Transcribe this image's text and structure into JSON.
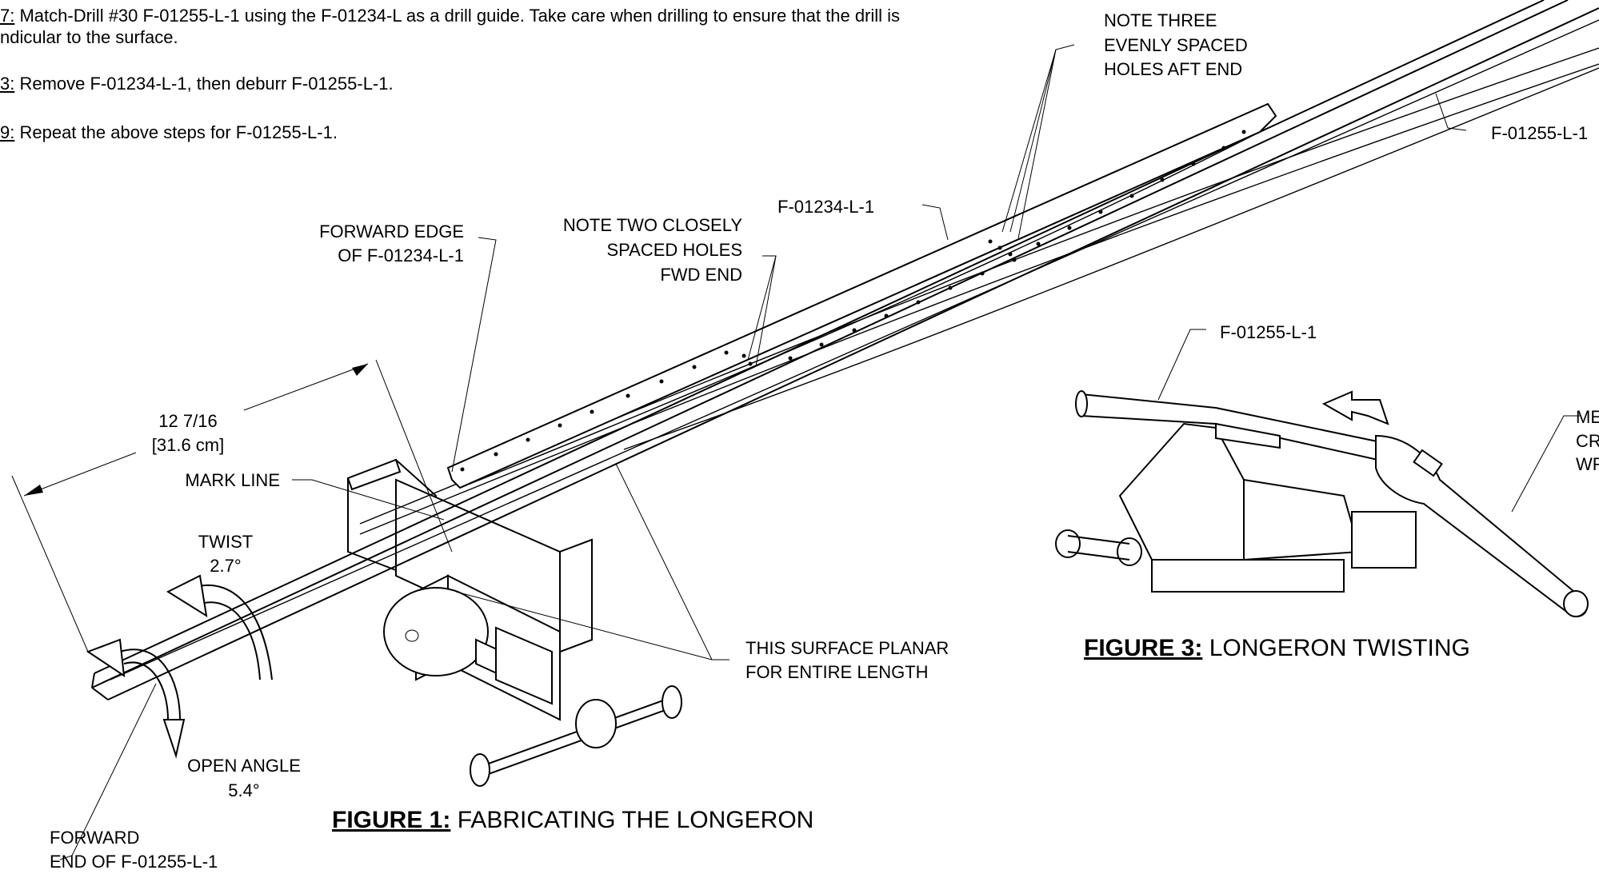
{
  "instructions": [
    {
      "step_marker": "7:",
      "text": " Match-Drill #30 F-01255-L-1 using the F-01234-L as a drill guide. Take care when drilling to ensure that the drill is",
      "continuation": "ndicular to the surface."
    },
    {
      "step_marker": "3:",
      "text": " Remove F-01234-L-1, then deburr F-01255-L-1."
    },
    {
      "step_marker": "9:",
      "text": " Repeat the above steps for F-01255-L-1."
    }
  ],
  "callouts": {
    "three_holes": [
      "NOTE THREE",
      "EVENLY SPACED",
      "HOLES AFT END"
    ],
    "f01255_top": "F-01255-L-1",
    "f01234": "F-01234-L-1",
    "forward_edge": [
      "FORWARD EDGE",
      "OF F-01234-L-1"
    ],
    "two_holes": [
      "NOTE TWO CLOSELY",
      "SPACED HOLES",
      "FWD END"
    ],
    "dimension": [
      "12 7/16",
      "[31.6 cm]"
    ],
    "mark_line": "MARK LINE",
    "twist": [
      "TWIST",
      "2.7°"
    ],
    "surface_planar": [
      "THIS SURFACE PLANAR",
      "FOR ENTIRE LENGTH"
    ],
    "open_angle": [
      "OPEN ANGLE",
      "5.4°"
    ],
    "forward_end": [
      "FORWARD",
      "END OF F-01255-L-1"
    ],
    "f01255_fig3": "F-01255-L-1",
    "wrench": [
      "ME",
      "CR",
      "WR"
    ]
  },
  "figures": [
    {
      "number": "FIGURE 1:",
      "title": " FABRICATING THE LONGERON"
    },
    {
      "number": "FIGURE 3:",
      "title": " LONGERON TWISTING"
    }
  ]
}
